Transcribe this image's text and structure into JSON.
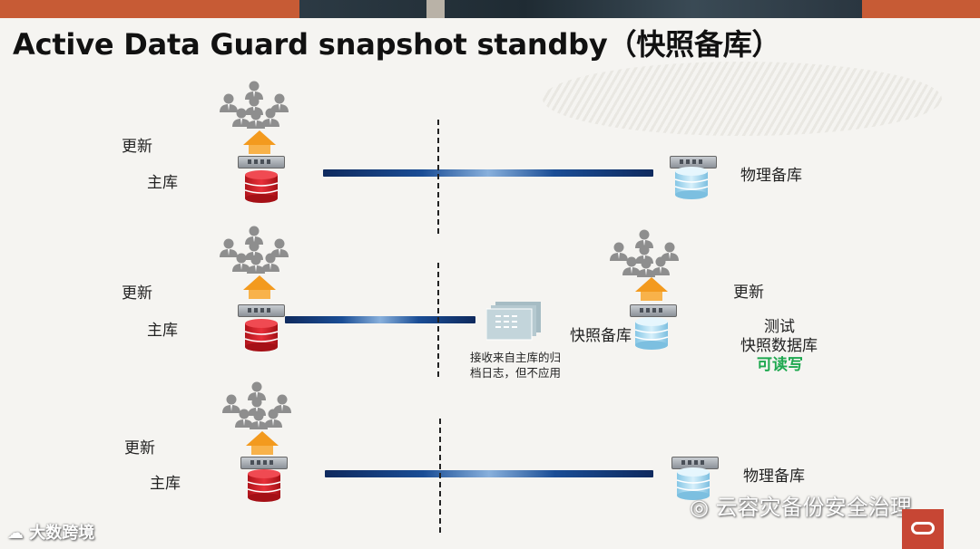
{
  "title": "Active Data Guard snapshot standby（快照备库）",
  "row1": {
    "update": "更新",
    "primary": "主库",
    "standby": "物理备库"
  },
  "row2": {
    "update": "更新",
    "primary": "主库",
    "archive_note": "接收来自主库的归档日志，但不应用",
    "snapshot": "快照备库",
    "update_right": "更新",
    "test": "测试",
    "test_db": "快照数据库",
    "rw": "可读写"
  },
  "row3": {
    "update": "更新",
    "primary": "主库",
    "standby": "物理备库"
  },
  "watermark": "云容灾备份安全治理",
  "footer_brand": "大数跨境",
  "colors": {
    "primary_db": "#d8232a",
    "standby_db": "#a9dcf2",
    "arrow": "#f39a1e",
    "accent": "#1ea84f",
    "oracle": "#c74634"
  }
}
